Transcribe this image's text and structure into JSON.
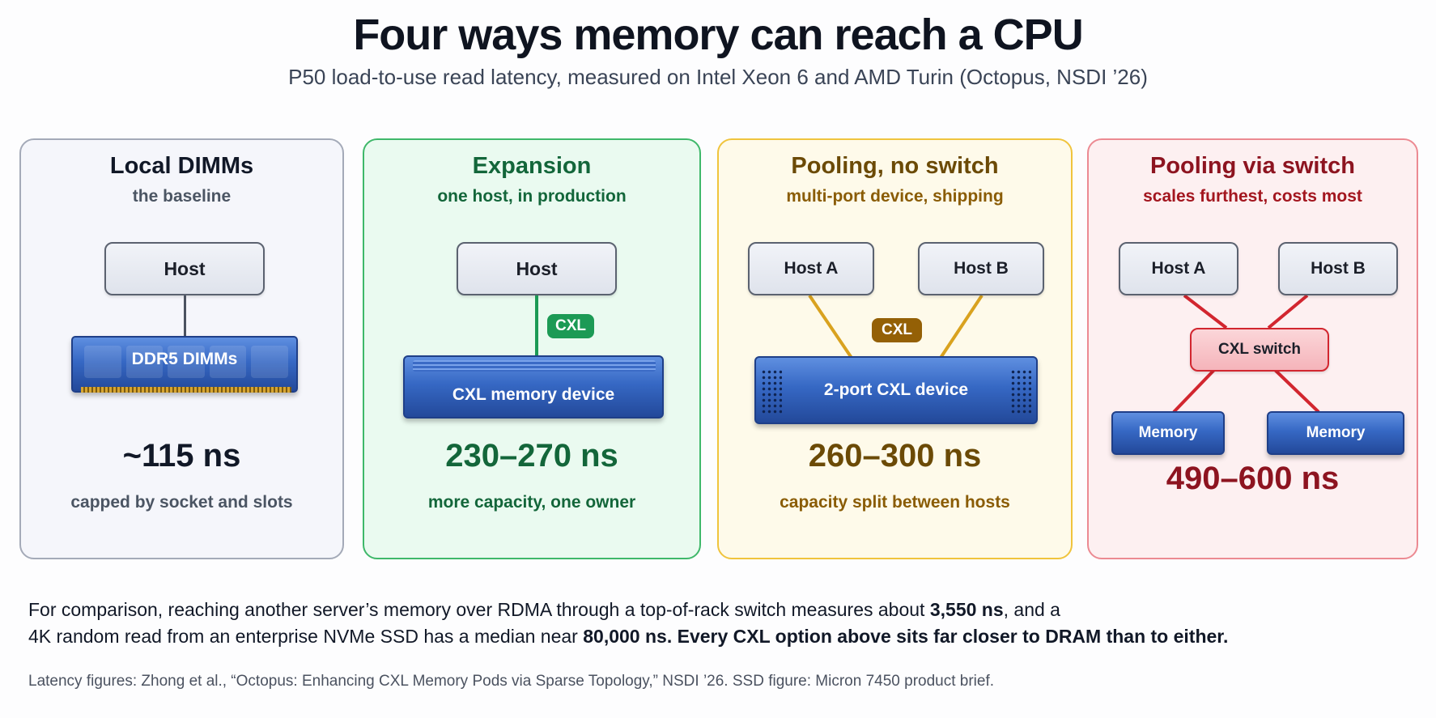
{
  "header": {
    "title": "Four ways memory can reach a CPU",
    "subtitle": "P50 load-to-use read latency, measured on Intel Xeon 6 and AMD Turin (Octopus, NSDI ’26)"
  },
  "panels": [
    {
      "title": "Local DIMMs",
      "subtitle": "the baseline",
      "hosts": [
        "Host"
      ],
      "device": "DDR5 DIMMs",
      "latency": "~115 ns",
      "note": "capped by socket and slots",
      "color": "#111827",
      "sub_color": "#4b5563",
      "bg": "#f5f6fb",
      "border": "#a4aab8"
    },
    {
      "title": "Expansion",
      "subtitle": "one host, in production",
      "hosts": [
        "Host"
      ],
      "link_label": "CXL",
      "device": "CXL memory device",
      "latency": "230–270 ns",
      "note": "more capacity, one owner",
      "color": "#13663a",
      "sub_color": "#13663a",
      "bg": "#eafaf0",
      "border": "#3fb86a",
      "link_color": "#1c9a55"
    },
    {
      "title": "Pooling, no switch",
      "subtitle": "multi-port device, shipping",
      "hosts": [
        "Host A",
        "Host B"
      ],
      "link_label": "CXL",
      "device": "2-port CXL device",
      "latency": "260–300 ns",
      "note": "capacity split between hosts",
      "color": "#6b4a06",
      "sub_color": "#8a5c05",
      "bg": "#fefaea",
      "border": "#f0c43d",
      "link_color": "#d9a21f"
    },
    {
      "title": "Pooling via switch",
      "subtitle": "scales furthest, costs most",
      "hosts": [
        "Host A",
        "Host B"
      ],
      "switch_label": "CXL switch",
      "devices": [
        "Memory",
        "Memory"
      ],
      "latency": "490–600 ns",
      "color": "#8d1420",
      "sub_color": "#a3161f",
      "bg": "#fdf0f1",
      "border": "#ec8a92",
      "link_color": "#d2262f"
    }
  ],
  "footer": {
    "comparison_pre": "For comparison, reaching another server’s memory over RDMA through a top-of-rack switch measures about ",
    "rdma_value": "3,550 ns",
    "comparison_mid": ", and a",
    "comparison_line2_pre": "4K random read from an enterprise NVMe SSD has a median near ",
    "ssd_value": "80,000 ns",
    "comparison_post": ". Every CXL option above sits far closer to DRAM than to either.",
    "citation": "Latency figures: Zhong et al., “Octopus: Enhancing CXL Memory Pods via Sparse Topology,” NSDI ’26. SSD figure: Micron 7450 product brief."
  }
}
